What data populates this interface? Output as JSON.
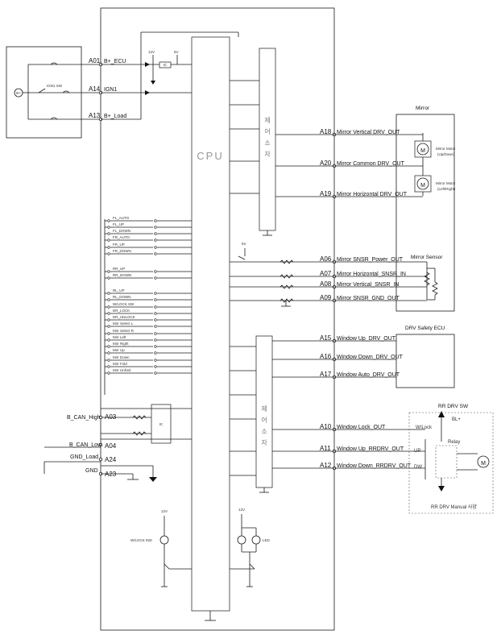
{
  "cpu_label": "CPU",
  "control_upper": [
    "제",
    "어",
    "소",
    "자"
  ],
  "control_lower": [
    "제",
    "어",
    "소",
    "자"
  ],
  "left_pins": [
    {
      "id": "A01",
      "label": "B+_ECU"
    },
    {
      "id": "A14",
      "label": "IGN1"
    },
    {
      "id": "A13",
      "label": "B+_Load"
    },
    {
      "id": "A03",
      "label": "B_CAN_High"
    },
    {
      "id": "A04",
      "label": "B_CAN_Low"
    },
    {
      "id": "A24",
      "label": "GND_Load"
    },
    {
      "id": "A23",
      "label": "GND"
    }
  ],
  "right_pins": [
    {
      "id": "A18",
      "label": "Mirror Vertical DRV_OUT"
    },
    {
      "id": "A20",
      "label": "Mirror Common DRV_OUT"
    },
    {
      "id": "A19",
      "label": "Mirror Horizontal DRV_OUT"
    },
    {
      "id": "A06",
      "label": "Mirror SNSR_Power_OUT"
    },
    {
      "id": "A07",
      "label": "Mirror Horizontal_SNSR_IN"
    },
    {
      "id": "A08",
      "label": "Mirror Vertical_SNSR_IN"
    },
    {
      "id": "A09",
      "label": "Mirror SNSR_GND_OUT"
    },
    {
      "id": "A15",
      "label": "Window Up_DRV_OUT"
    },
    {
      "id": "A16",
      "label": "Window Down_DRV_OUT"
    },
    {
      "id": "A17",
      "label": "Window Auto_DRV_OUT"
    },
    {
      "id": "A10",
      "label": "Window Lock_OUT"
    },
    {
      "id": "A11",
      "label": "Window Up_RRDRV_OUT"
    },
    {
      "id": "A12",
      "label": "Window Down_RRDRV_OUT"
    }
  ],
  "switch_inputs": [
    "FL_AUTO",
    "FL_UP",
    "FL_DOWN",
    "FR_AUTO",
    "FR_UP",
    "FR_DOWN",
    "RR_UP",
    "RR_DOWN",
    "RL_UP",
    "RL_DOWN",
    "W/LOCK SW",
    "DR_LOCK",
    "DR_UNLOCK",
    "Mirr Select L",
    "Mirr Select R",
    "Mirr Left",
    "Mirr Right",
    "Mirr Up",
    "Mirr Down",
    "Mirr Fold",
    "Mirr Unfold"
  ],
  "supply": {
    "v12_reg": "12V",
    "v5_reg": "5V",
    "ic_reg": "IC",
    "ign_sw": "IGN1 SW",
    "battery": "B+",
    "v5_sensor": "5V",
    "ic_can": "IC",
    "v12_wlock": "12V",
    "v12_led": "12V",
    "wlock_ind": "W/LOCK IND",
    "led_label": "LED"
  },
  "mirror": {
    "title": "Mirror",
    "motor1": "Mirror Motor (Up/Down)",
    "motor1_line1": "Mirror Motor",
    "motor1_line2": "(Up/Down)",
    "motor2_line1": "Mirror Motor",
    "motor2_line2": "(Left/Right)",
    "motor_symbol": "M",
    "sensor_title": "Mirror Sensor"
  },
  "drv_safety": {
    "title": "DRV Safety ECU"
  },
  "rr_drv": {
    "title": "RR DRV SW",
    "wlock": "W/Lock",
    "blplus": "BL+",
    "relay": "Relay",
    "up": "UP",
    "dw": "DW",
    "manual": "RR DRV Manual 사양",
    "motor_symbol": "M"
  },
  "colors": {
    "wire": "#1a1a1a",
    "box": "#333333",
    "cpu_text": "#999999"
  }
}
